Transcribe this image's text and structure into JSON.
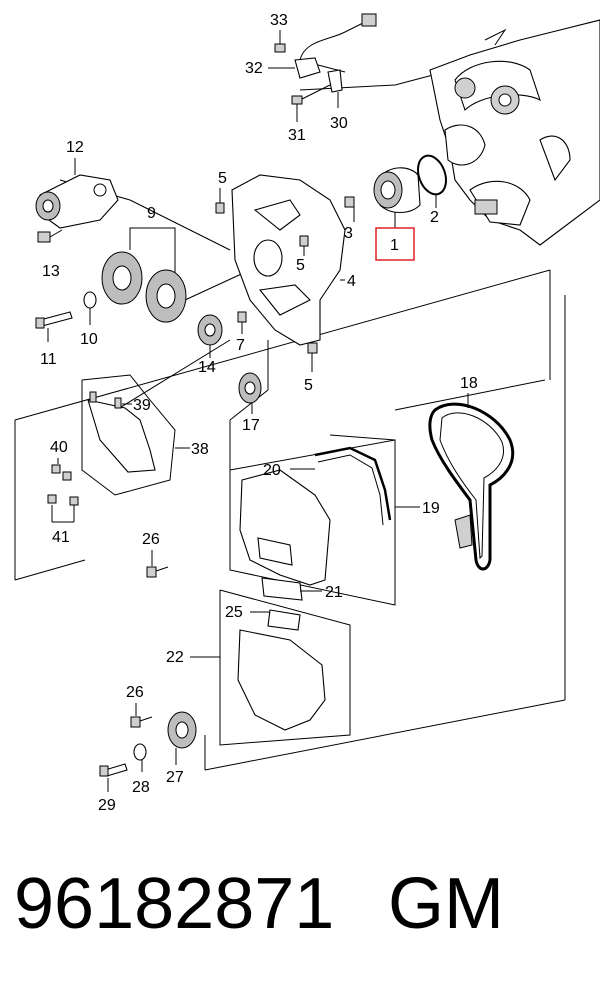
{
  "callouts": {
    "c1": "1",
    "c2": "2",
    "c3": "3",
    "c4": "4",
    "c5a": "5",
    "c5b": "5",
    "c5c": "5",
    "c7": "7",
    "c9": "9",
    "c10": "10",
    "c11": "11",
    "c12": "12",
    "c13": "13",
    "c14": "14",
    "c17": "17",
    "c18": "18",
    "c19": "19",
    "c20": "20",
    "c21": "21",
    "c22": "22",
    "c25": "25",
    "c26a": "26",
    "c26b": "26",
    "c27": "27",
    "c28": "28",
    "c29": "29",
    "c30": "30",
    "c31": "31",
    "c32": "32",
    "c33": "33",
    "c38": "38",
    "c39": "39",
    "c40": "40",
    "c41": "41"
  },
  "highlight_color": "#e0202a",
  "footer": {
    "part_number": "96182871",
    "brand": "GM"
  }
}
